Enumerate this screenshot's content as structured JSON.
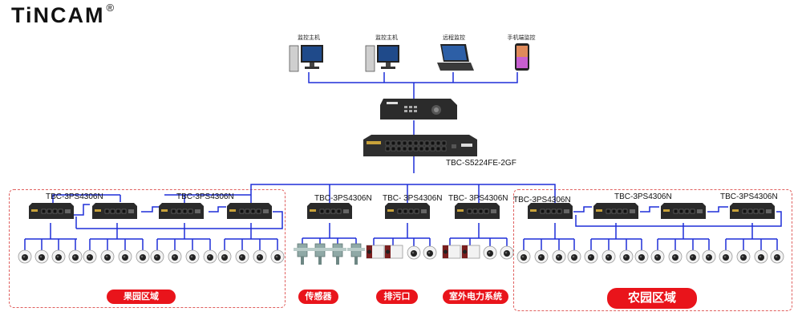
{
  "brand": {
    "name": "TiNCAM",
    "mark": "®"
  },
  "clients": [
    {
      "label": "监控主机",
      "icon": "desktop-pc-icon"
    },
    {
      "label": "监控主机",
      "icon": "desktop-pc-icon"
    },
    {
      "label": "远程监控",
      "icon": "laptop-icon"
    },
    {
      "label": "手机端监控",
      "icon": "smartphone-icon"
    }
  ],
  "core_switch": {
    "model": "TBC-S5224FE-2GF"
  },
  "switches": [
    "TBC-3PS4306N",
    "TBC-3PS4306N",
    "TBC-3PS4306N",
    "TBC- 3PS4306N",
    "TBC- 3PS4306N",
    "TBC-3PS4306N",
    "TBC-3PS4306N",
    "TBC-3PS4306N"
  ],
  "regions": {
    "orchard": "果园区域",
    "sensor": "传感器",
    "drain": "排污口",
    "power": "室外电力系统",
    "farm": "农园区域"
  },
  "colors": {
    "link": "#1e2fd8",
    "tag": "#e9141b",
    "region_border": "#e0605f",
    "device_body": "#2a2a2a",
    "port": "#c8a23a"
  }
}
